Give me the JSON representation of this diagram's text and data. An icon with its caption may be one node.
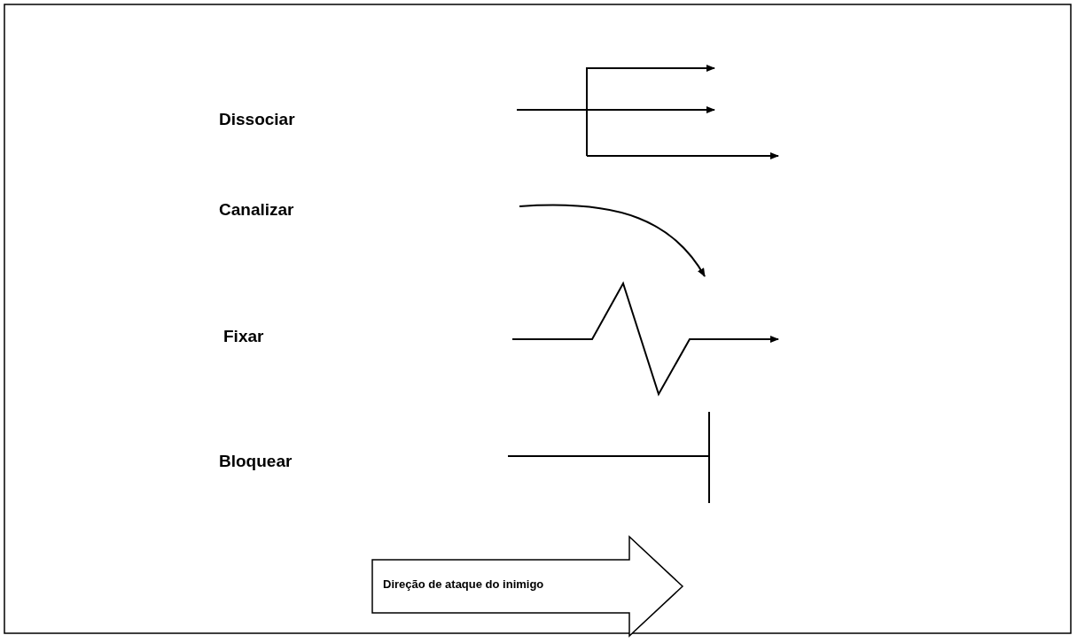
{
  "diagram": {
    "nodes": [
      {
        "text": [
          "Direção de ataque do inimigo"
        ]
      }
    ],
    "labels": [
      "Dissociar",
      "Canalizar",
      "Fixar",
      "Bloquear"
    ]
  }
}
